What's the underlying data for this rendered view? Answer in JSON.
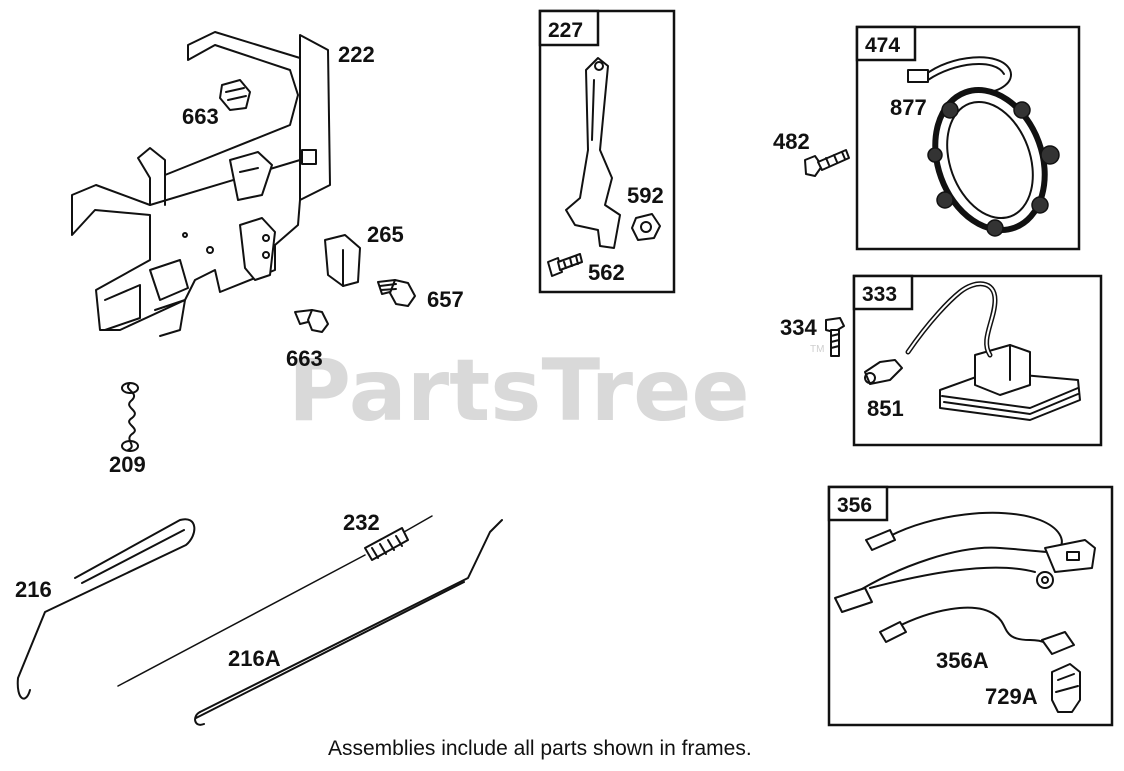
{
  "watermark": {
    "text": "PartsTree",
    "trademark": "TM"
  },
  "labels": {
    "l222": "222",
    "l663a": "663",
    "l265": "265",
    "l657": "657",
    "l663b": "663",
    "l209": "209",
    "l592": "592",
    "l562": "562",
    "l482": "482",
    "l877": "877",
    "l334": "334",
    "l851": "851",
    "l216": "216",
    "l232": "232",
    "l216A": "216A",
    "l356A": "356A",
    "l729A": "729A"
  },
  "frames": {
    "f227": "227",
    "f474": "474",
    "f333": "333",
    "f356": "356"
  },
  "footer": "Assemblies include all parts shown in frames."
}
